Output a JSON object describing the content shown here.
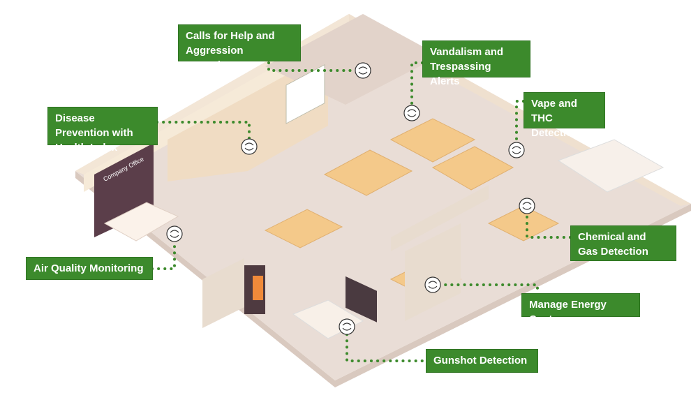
{
  "accent_color": "#3c8a2c",
  "labels": {
    "calls_help": "Calls for Help and Aggression Detection",
    "vandalism": "Vandalism and Trespassing Alerts",
    "disease": "Disease Prevention with Health Index",
    "vape": "Vape and THC Detection",
    "chemical": "Chemical and Gas Detection",
    "air_quality": "Air Quality Monitoring",
    "energy": "Manage Energy Costs",
    "gunshot": "Gunshot Detection"
  },
  "reception_sign": "Company Office"
}
